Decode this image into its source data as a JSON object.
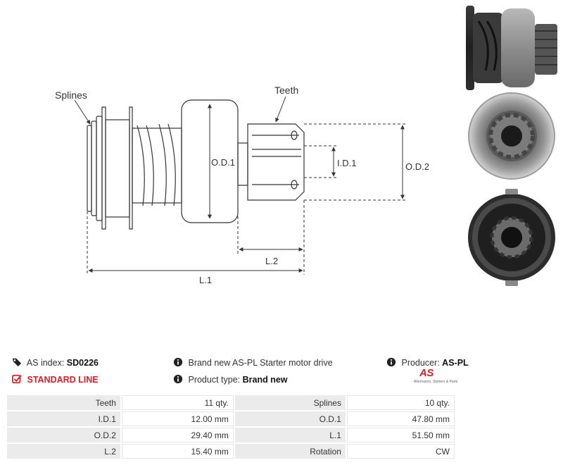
{
  "diagram": {
    "labels": {
      "splines": "Splines",
      "teeth": "Teeth",
      "od1": "O.D.1",
      "id1": "I.D.1",
      "od2": "O.D.2",
      "l2": "L.2",
      "l1": "L.1"
    }
  },
  "info": {
    "index_label": "AS index:",
    "index_value": "SD0226",
    "standard_line": "STANDARD LINE",
    "description": "Brand new AS-PL Starter motor drive",
    "product_type_label": "Product type:",
    "product_type_value": "Brand new",
    "producer_label": "Producer:",
    "producer_value": "AS-PL"
  },
  "brand": {
    "logo_text": "AS",
    "tagline": "Alternators, Starters & Parts"
  },
  "specs": [
    {
      "k1": "Teeth",
      "v1": "11 qty.",
      "k2": "Splines",
      "v2": "10 qty."
    },
    {
      "k1": "I.D.1",
      "v1": "12.00 mm",
      "k2": "O.D.1",
      "v2": "47.80 mm"
    },
    {
      "k1": "O.D.2",
      "v1": "29.40 mm",
      "k2": "L.1",
      "v2": "51.50 mm"
    },
    {
      "k1": "L.2",
      "v1": "15.40 mm",
      "k2": "Rotation",
      "v2": "CW"
    }
  ],
  "colors": {
    "accent_red": "#d6202a",
    "key_cell_bg": "#ebebeb",
    "line_stroke": "#333333"
  }
}
